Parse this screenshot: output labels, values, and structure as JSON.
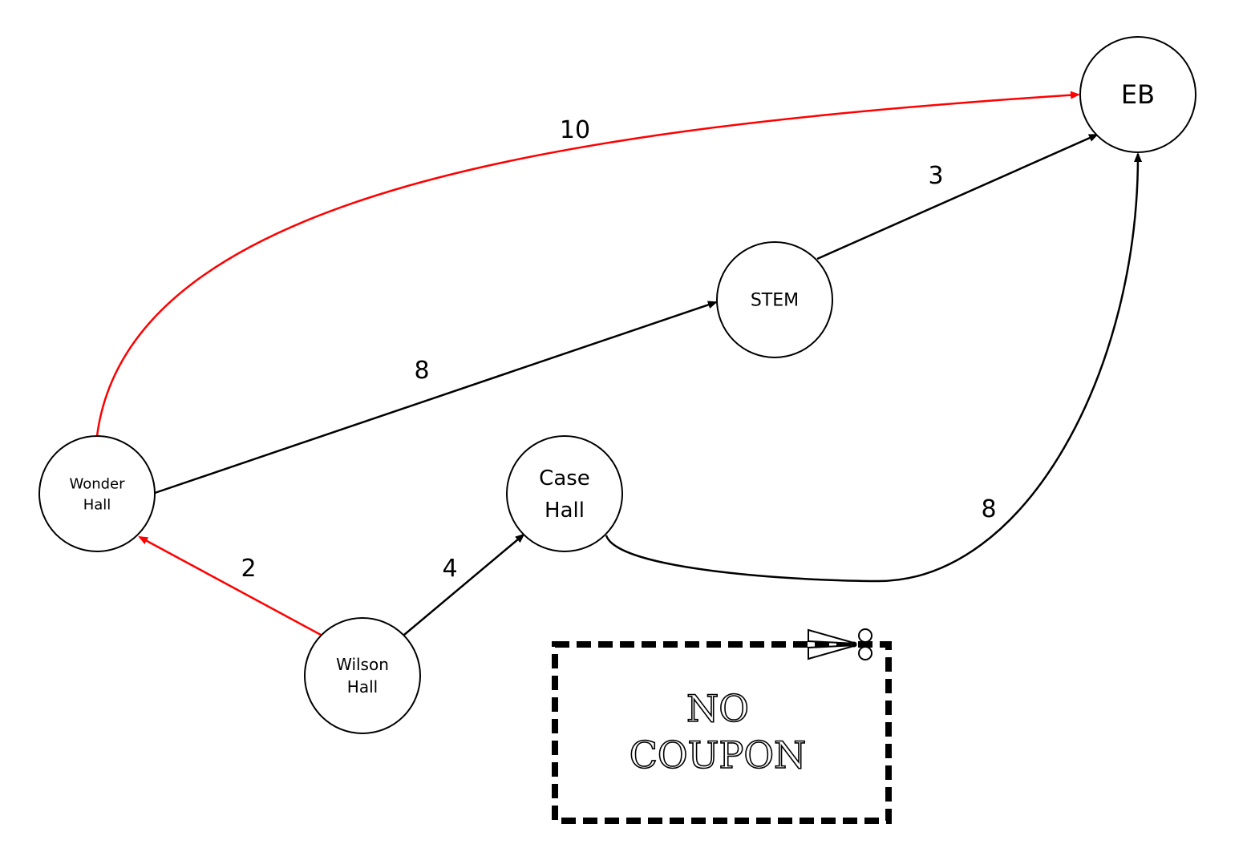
{
  "colors": {
    "highlight": "#ff0000",
    "default": "#000000"
  },
  "nodes": [
    {
      "id": "wonder",
      "lines": [
        "Wonder",
        "Hall"
      ]
    },
    {
      "id": "wilson",
      "lines": [
        "Wilson",
        "Hall"
      ]
    },
    {
      "id": "case",
      "lines": [
        "Case",
        "Hall"
      ]
    },
    {
      "id": "stem",
      "lines": [
        "STEM"
      ]
    },
    {
      "id": "eb",
      "lines": [
        "EB"
      ]
    }
  ],
  "edges": [
    {
      "from": "wonder",
      "to": "eb",
      "weight": "10",
      "highlighted": true
    },
    {
      "from": "stem",
      "to": "eb",
      "weight": "3",
      "highlighted": false
    },
    {
      "from": "wonder",
      "to": "stem",
      "weight": "8",
      "highlighted": false
    },
    {
      "from": "case",
      "to": "eb",
      "weight": "8",
      "highlighted": false
    },
    {
      "from": "wilson",
      "to": "wonder",
      "weight": "2",
      "highlighted": true
    },
    {
      "from": "wilson",
      "to": "case",
      "weight": "4",
      "highlighted": false
    }
  ],
  "coupon": {
    "lines": [
      "NO",
      "COUPON"
    ],
    "icon": "scissors-icon"
  }
}
